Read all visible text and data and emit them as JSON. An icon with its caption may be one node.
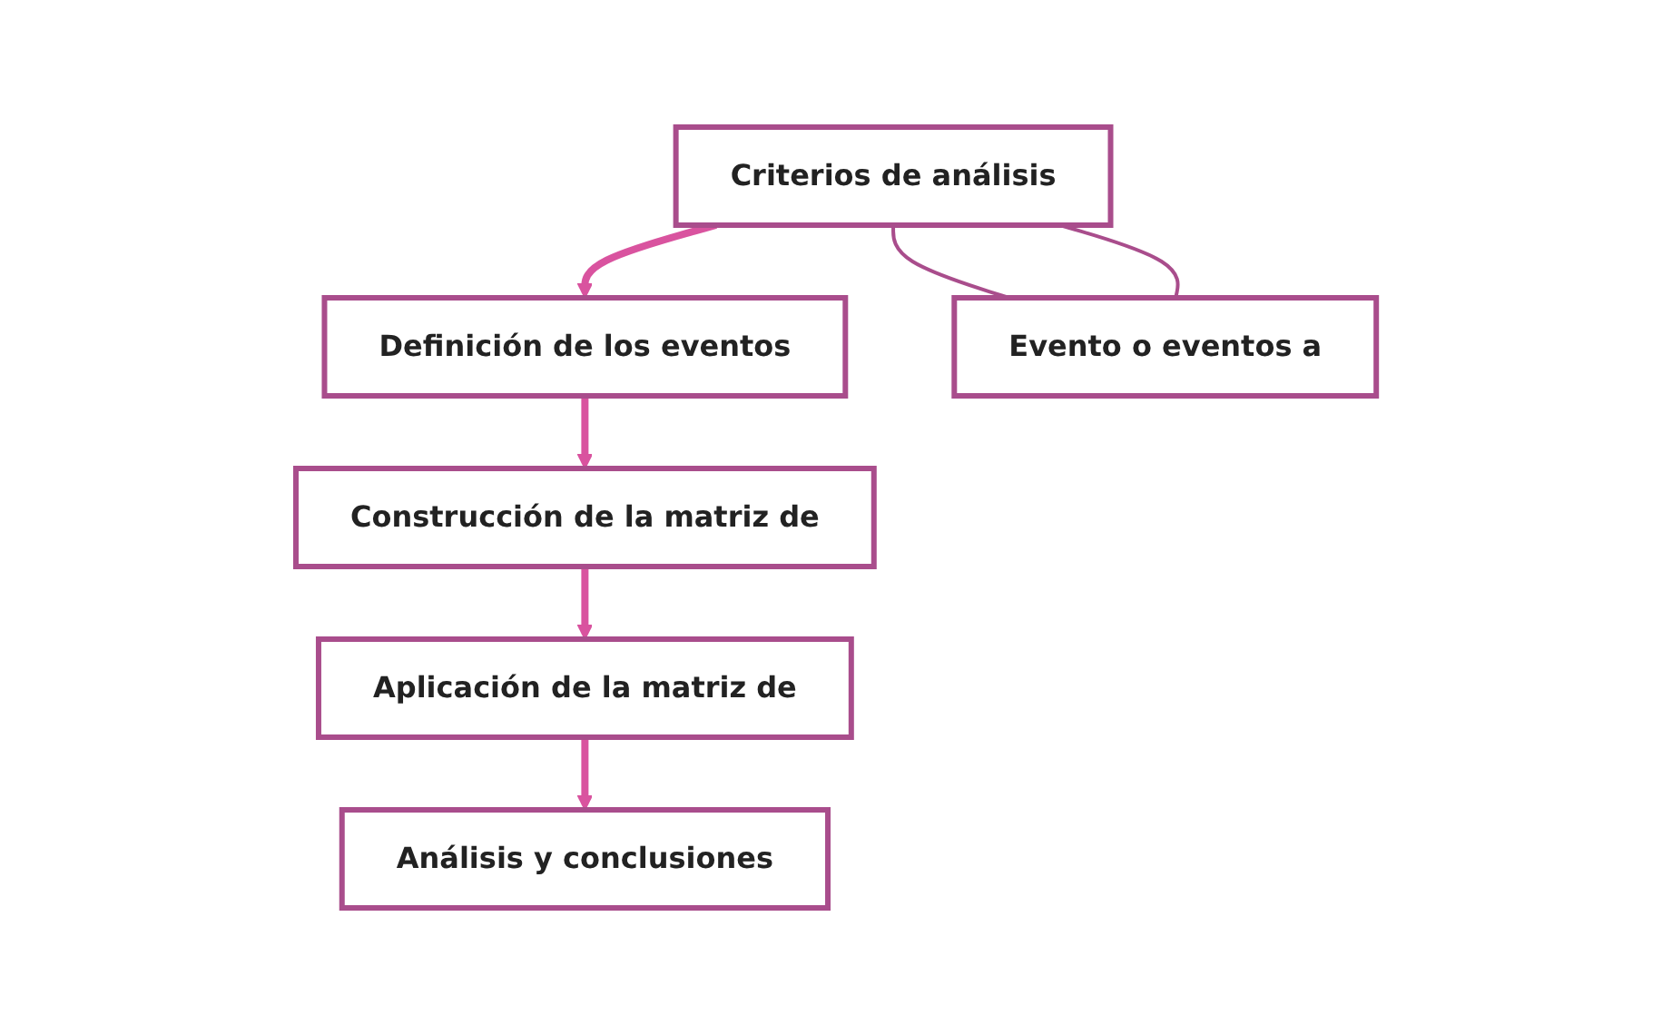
{
  "diagram": {
    "nodes": [
      {
        "text": [
          "Definición de los eventos"
        ]
      },
      {
        "text": [
          "Criterios de análisis"
        ]
      },
      {
        "text": [
          "Construcción de la matriz de"
        ]
      },
      {
        "text": [
          "Evento o eventos a"
        ]
      },
      {
        "text": [
          "Análisis y conclusiones"
        ]
      },
      {
        "text": [
          "Aplicación de la matriz de"
        ]
      }
    ],
    "edges": [
      {
        "from": 1,
        "to": 0,
        "arrow": "to"
      },
      {
        "from": 0,
        "to": 2,
        "arrow": "to"
      },
      {
        "from": 2,
        "to": 5,
        "arrow": "to"
      },
      {
        "from": 5,
        "to": 4,
        "arrow": "to"
      },
      {
        "from": 1,
        "to": 3,
        "arrow": "none"
      },
      {
        "from": 1,
        "to": 3,
        "arrow": "none"
      }
    ]
  }
}
